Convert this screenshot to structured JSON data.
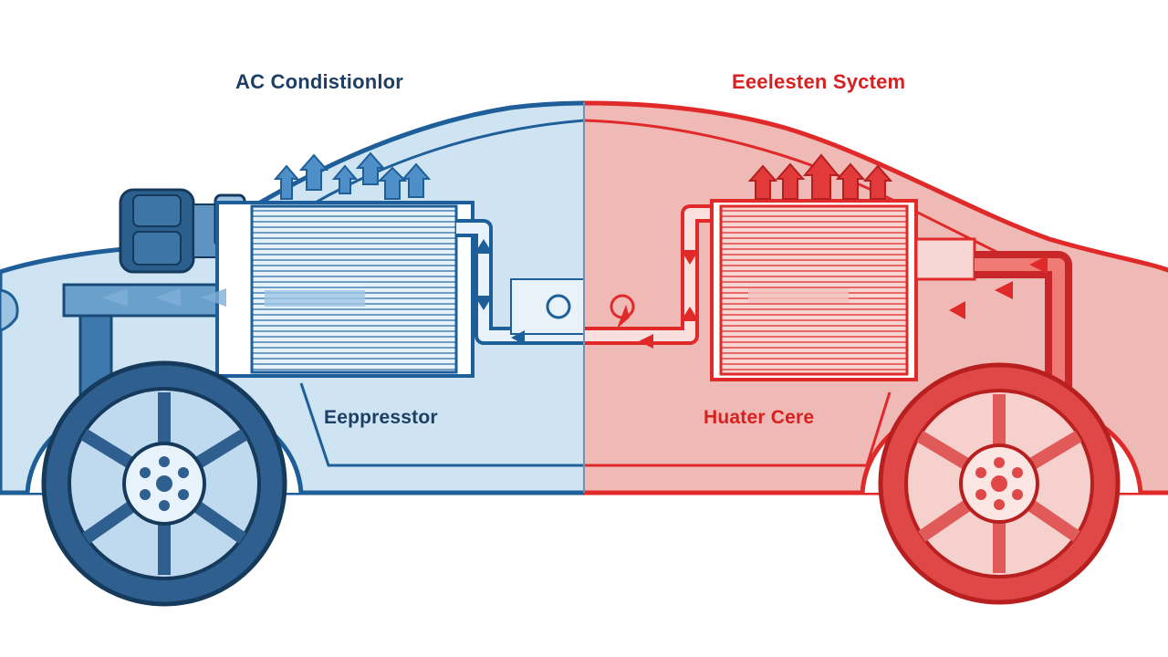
{
  "colors": {
    "cool": "#1f5f99",
    "cool_light": "#cfe4f3",
    "cool_text": "#1d3f66",
    "heat": "#e02a2a",
    "heat_light": "#efb9b6",
    "heat_text": "#d92020",
    "background": "#ffffff"
  },
  "left_panel": {
    "title": "AC Condistionlor",
    "component_label": "Eeppresstor"
  },
  "right_panel": {
    "title": "Eeelesten Syctem",
    "component_label": "Huater Cere"
  },
  "icons": {
    "left_wheel": "wheel-icon",
    "right_wheel": "wheel-icon",
    "airflow": "arrow-up-icon",
    "compressor": "compressor-icon",
    "radiator": "radiator-icon"
  }
}
